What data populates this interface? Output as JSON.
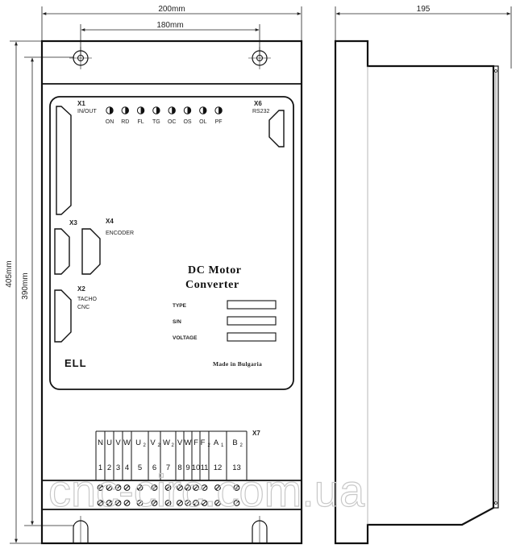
{
  "dimensions": {
    "overall_width": "200mm",
    "hole_spacing": "180mm",
    "side_depth": "195",
    "overall_height": "405mm",
    "hole_height": "390mm"
  },
  "connectors": {
    "x1": {
      "id": "X1",
      "desc": "IN/OUT"
    },
    "x6": {
      "id": "X6",
      "desc": "RS232"
    },
    "x3": {
      "id": "X3"
    },
    "x4": {
      "id": "X4",
      "desc": "ENCODER"
    },
    "x2": {
      "id": "X2",
      "desc1": "TACHO",
      "desc2": "CNC"
    },
    "x7": {
      "id": "X7"
    }
  },
  "leds": [
    "ON",
    "RD",
    "FL",
    "TG",
    "OC",
    "OS",
    "OL",
    "PF"
  ],
  "nameplate": {
    "title_line1": "DC Motor",
    "title_line2": "Converter",
    "fields": [
      "TYPE",
      "S/N",
      "VOLTAGE"
    ],
    "made_in": "Made in Bulgaria",
    "brand": "ELL"
  },
  "terminals": [
    {
      "name": "N",
      "sub": "",
      "number": "1"
    },
    {
      "name": "U",
      "sub": "",
      "number": "2"
    },
    {
      "name": "V",
      "sub": "",
      "number": "3"
    },
    {
      "name": "W",
      "sub": "",
      "number": "4"
    },
    {
      "name": "U",
      "sub": "2",
      "number": "5"
    },
    {
      "name": "V",
      "sub": "2",
      "number": "6"
    },
    {
      "name": "W",
      "sub": "2",
      "number": "7"
    },
    {
      "name": "V",
      "sub": "",
      "number": "8"
    },
    {
      "name": "W",
      "sub": "",
      "number": "9"
    },
    {
      "name": "F",
      "sub": "",
      "number": "10"
    },
    {
      "name": "F",
      "sub": "2",
      "number": "11"
    },
    {
      "name": "A",
      "sub": "1",
      "number": "12"
    },
    {
      "name": "B",
      "sub": "2",
      "number": "13"
    }
  ],
  "watermark": "cnc-circ.com.ua"
}
